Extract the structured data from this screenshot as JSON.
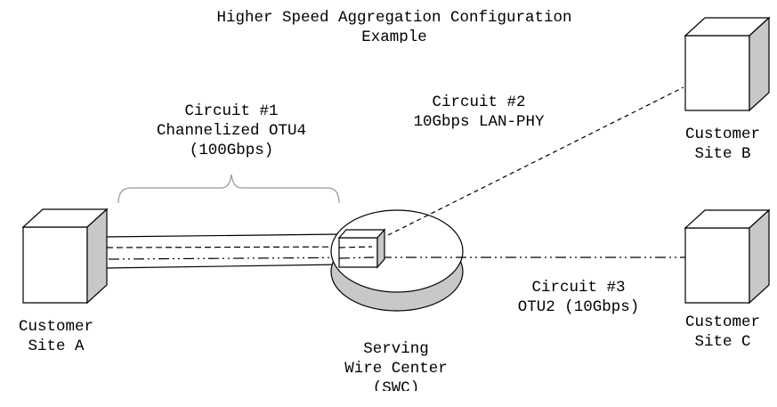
{
  "title": {
    "line1": "Higher Speed Aggregation Configuration",
    "line2": "Example"
  },
  "circuits": [
    {
      "line1": "Circuit #1",
      "line2": "Channelized OTU4",
      "line3": "(100Gbps)"
    },
    {
      "line1": "Circuit #2",
      "line2": "10Gbps LAN-PHY"
    },
    {
      "line1": "Circuit #3",
      "line2": "OTU2 (10Gbps)"
    }
  ],
  "sites": {
    "a": {
      "line1": "Customer",
      "line2": "Site A"
    },
    "b": {
      "line1": "Customer",
      "line2": "Site B"
    },
    "c": {
      "line1": "Customer",
      "line2": "Site C"
    }
  },
  "swc": {
    "line1": "Serving",
    "line2": "Wire Center",
    "line3": "(SWC)"
  },
  "colors": {
    "box_face": "#ffffff",
    "box_side": "#c8c8c8",
    "stroke": "#000000",
    "brace": "#999999"
  }
}
